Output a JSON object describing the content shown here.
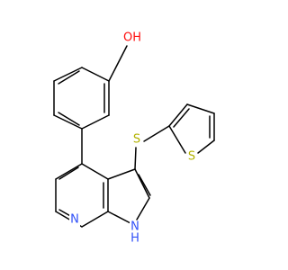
{
  "molecule": {
    "atoms": {
      "hydroxyl_o": {
        "text": "OH",
        "color": "#ff0d0d"
      },
      "thioether_s": {
        "text": "S",
        "color": "#b2b200"
      },
      "thiophene_s": {
        "text": "S",
        "color": "#b2b200"
      },
      "pyridine_n": {
        "text": "N",
        "color": "#3050f8"
      },
      "pyrrole_nh": {
        "text": "H",
        "color": "#3050f8"
      },
      "pyrrole_n": {
        "text": "N",
        "color": "#3050f8"
      }
    },
    "bond_color": "#000000",
    "background": "#ffffff"
  }
}
